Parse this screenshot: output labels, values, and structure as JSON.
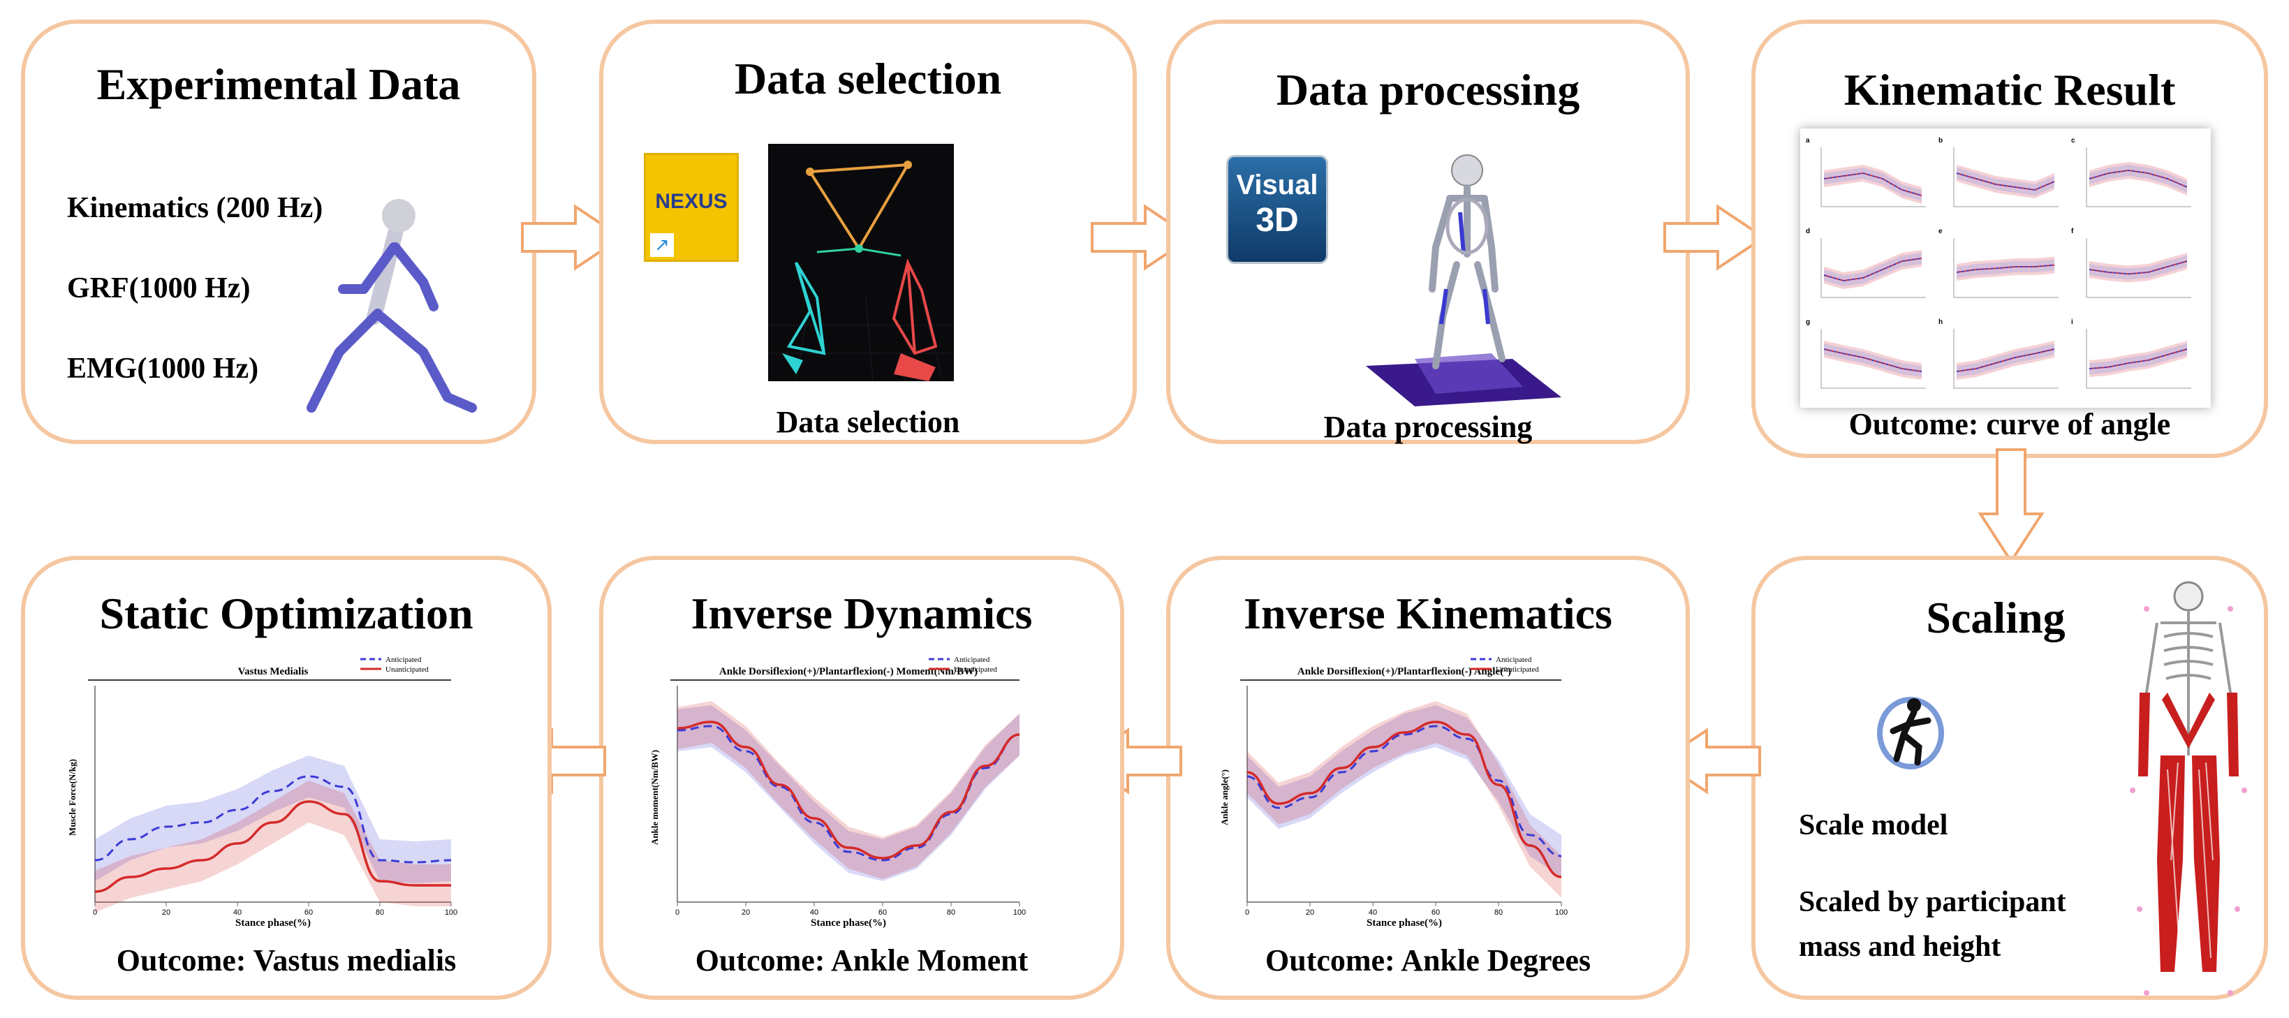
{
  "stages": {
    "experimental": {
      "title": "Experimental Data",
      "items": [
        "Kinematics (200 Hz)",
        "GRF(1000 Hz)",
        "EMG(1000 Hz)"
      ]
    },
    "selection": {
      "title": "Data selection",
      "caption": "Data selection",
      "logo_text": "NEXUS",
      "logo_arrow": "↗"
    },
    "processing": {
      "title": "Data processing",
      "caption": "Data processing",
      "logo_line1": "Visual",
      "logo_line2": "3D"
    },
    "kinematic": {
      "title": "Kinematic Result",
      "caption": "Outcome: curve of angle",
      "panel_letters": [
        "a",
        "b",
        "c",
        "d",
        "e",
        "f",
        "g",
        "h",
        "i"
      ]
    },
    "scaling": {
      "title": "Scaling",
      "item1": "Scale model",
      "item2_line1": "Scaled by participant",
      "item2_line2": "mass and height"
    },
    "ik": {
      "title": "Inverse Kinematics",
      "caption": "Outcome: Ankle Degrees",
      "chart_title": "Ankle Dorsiflexion(+)/Plantarflexion(-) Angle(°)",
      "legend": [
        "Anticipated",
        "Unanticipated"
      ]
    },
    "id": {
      "title": "Inverse Dynamics",
      "caption": "Outcome: Ankle Moment",
      "chart_title": "Ankle Dorsiflexion(+)/Plantarflexion(-) Moment(Nm/BW)",
      "legend": [
        "Anticipated",
        "Unanticipated"
      ]
    },
    "so": {
      "title": "Static Optimization",
      "caption": "Outcome: Vastus medialis",
      "chart_title": "Vastus Medialis",
      "legend": [
        "Anticipated",
        "Unanticipated"
      ]
    }
  },
  "colors": {
    "box_border": "#f5c7a1",
    "arrow_stroke": "#f0a66e",
    "anticipated": "#3b3bd6",
    "unanticipated": "#d42a2a",
    "nexus_bg": "#f5c400"
  },
  "chart_data": [
    {
      "type": "line",
      "title": "Ankle Dorsiflexion(+)/Plantarflexion(-) Angle(°)",
      "xlabel": "Stance phase(%)",
      "ylabel": "Ankle angle(°)",
      "x": [
        0,
        10,
        20,
        30,
        40,
        50,
        60,
        70,
        80,
        90,
        100
      ],
      "xlim": [
        0,
        100
      ],
      "series": [
        {
          "name": "Anticipated",
          "style": "dashed",
          "values": [
            0.6,
            0.45,
            0.5,
            0.62,
            0.72,
            0.8,
            0.84,
            0.78,
            0.58,
            0.32,
            0.22
          ]
        },
        {
          "name": "Unanticipated",
          "style": "solid",
          "values": [
            0.62,
            0.47,
            0.52,
            0.64,
            0.74,
            0.81,
            0.86,
            0.8,
            0.56,
            0.27,
            0.12
          ]
        }
      ]
    },
    {
      "type": "line",
      "title": "Ankle Dorsiflexion(+)/Plantarflexion(-) Moment(Nm/BW)",
      "xlabel": "Stance phase(%)",
      "ylabel": "Ankle moment(Nm/BW)",
      "x": [
        0,
        10,
        20,
        30,
        40,
        50,
        60,
        70,
        80,
        90,
        100
      ],
      "xlim": [
        0,
        100
      ],
      "series": [
        {
          "name": "Anticipated",
          "style": "dashed",
          "values": [
            0.82,
            0.84,
            0.72,
            0.55,
            0.38,
            0.24,
            0.2,
            0.26,
            0.42,
            0.64,
            0.8
          ]
        },
        {
          "name": "Unanticipated",
          "style": "solid",
          "values": [
            0.83,
            0.86,
            0.74,
            0.56,
            0.4,
            0.26,
            0.21,
            0.27,
            0.43,
            0.65,
            0.8
          ]
        }
      ]
    },
    {
      "type": "line",
      "title": "Vastus Medialis",
      "xlabel": "Stance phase(%)",
      "ylabel": "Muscle Force(N/kg)",
      "x": [
        0,
        10,
        20,
        30,
        40,
        50,
        60,
        70,
        80,
        90,
        100
      ],
      "xlim": [
        0,
        100
      ],
      "series": [
        {
          "name": "Anticipated",
          "style": "dashed",
          "values": [
            0.2,
            0.3,
            0.36,
            0.38,
            0.44,
            0.53,
            0.6,
            0.55,
            0.2,
            0.19,
            0.2
          ]
        },
        {
          "name": "Unanticipated",
          "style": "solid",
          "values": [
            0.05,
            0.12,
            0.16,
            0.2,
            0.28,
            0.38,
            0.48,
            0.42,
            0.1,
            0.08,
            0.08
          ]
        }
      ]
    }
  ]
}
